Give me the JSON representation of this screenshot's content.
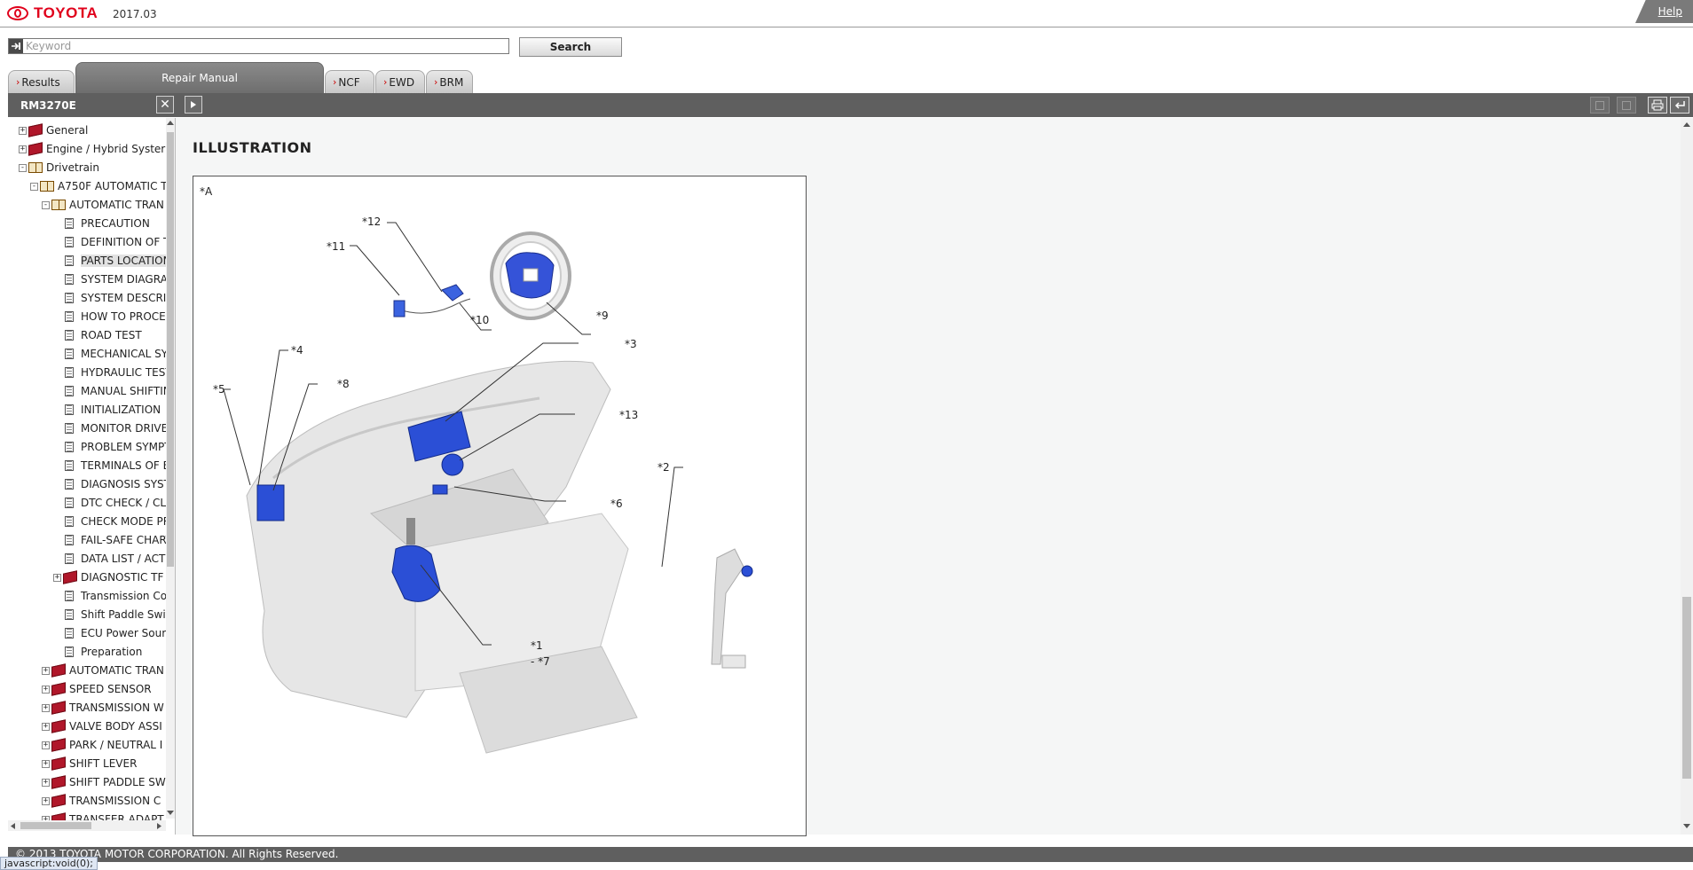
{
  "header": {
    "brand": "TOYOTA",
    "version": "2017.03",
    "help_label": "Help"
  },
  "search": {
    "placeholder": "Keyword",
    "value": "",
    "button_label": "Search"
  },
  "tabs": {
    "results": "Results",
    "repair_manual": "Repair Manual",
    "ncf": "NCF",
    "ewd": "EWD",
    "brm": "BRM"
  },
  "toolbar": {
    "doc_id": "RM3270E"
  },
  "tree": [
    {
      "label": "General",
      "kind": "book-closed",
      "level": 0,
      "toggle": "+"
    },
    {
      "label": "Engine / Hybrid Syster",
      "kind": "book-closed",
      "level": 0,
      "toggle": "+"
    },
    {
      "label": "Drivetrain",
      "kind": "book-open",
      "level": 0,
      "toggle": "-"
    },
    {
      "label": "A750F AUTOMATIC T",
      "kind": "book-open",
      "level": 1,
      "toggle": "-"
    },
    {
      "label": "AUTOMATIC TRAN",
      "kind": "book-open",
      "level": 2,
      "toggle": "-"
    },
    {
      "label": "PRECAUTION",
      "kind": "page",
      "level": 3
    },
    {
      "label": "DEFINITION OF TI",
      "kind": "page",
      "level": 3
    },
    {
      "label": "PARTS LOCATION",
      "kind": "page",
      "level": 3,
      "selected": true
    },
    {
      "label": "SYSTEM DIAGRAM",
      "kind": "page",
      "level": 3
    },
    {
      "label": "SYSTEM DESCRIP",
      "kind": "page",
      "level": 3
    },
    {
      "label": "HOW TO PROCEED",
      "kind": "page",
      "level": 3
    },
    {
      "label": "ROAD TEST",
      "kind": "page",
      "level": 3
    },
    {
      "label": "MECHANICAL SYS",
      "kind": "page",
      "level": 3
    },
    {
      "label": "HYDRAULIC TEST",
      "kind": "page",
      "level": 3
    },
    {
      "label": "MANUAL SHIFTING",
      "kind": "page",
      "level": 3
    },
    {
      "label": "INITIALIZATION",
      "kind": "page",
      "level": 3
    },
    {
      "label": "MONITOR DRIVE I",
      "kind": "page",
      "level": 3
    },
    {
      "label": "PROBLEM SYMPTC",
      "kind": "page",
      "level": 3
    },
    {
      "label": "TERMINALS OF EC",
      "kind": "page",
      "level": 3
    },
    {
      "label": "DIAGNOSIS SYST",
      "kind": "page",
      "level": 3
    },
    {
      "label": "DTC CHECK / CLE",
      "kind": "page",
      "level": 3
    },
    {
      "label": "CHECK MODE PRC",
      "kind": "page",
      "level": 3
    },
    {
      "label": "FAIL-SAFE CHART",
      "kind": "page",
      "level": 3
    },
    {
      "label": "DATA LIST / ACTIV",
      "kind": "page",
      "level": 3
    },
    {
      "label": "DIAGNOSTIC TF",
      "kind": "book-closed",
      "level": 3,
      "toggle": "+"
    },
    {
      "label": "Transmission Cont",
      "kind": "page",
      "level": 3
    },
    {
      "label": "Shift Paddle Switc",
      "kind": "page",
      "level": 3
    },
    {
      "label": "ECU Power Source",
      "kind": "page",
      "level": 3
    },
    {
      "label": "Preparation",
      "kind": "page",
      "level": 3
    },
    {
      "label": "AUTOMATIC TRAN",
      "kind": "book-closed",
      "level": 2,
      "toggle": "+"
    },
    {
      "label": "SPEED SENSOR",
      "kind": "book-closed",
      "level": 2,
      "toggle": "+"
    },
    {
      "label": "TRANSMISSION W",
      "kind": "book-closed",
      "level": 2,
      "toggle": "+"
    },
    {
      "label": "VALVE BODY ASSI",
      "kind": "book-closed",
      "level": 2,
      "toggle": "+"
    },
    {
      "label": "PARK / NEUTRAL I",
      "kind": "book-closed",
      "level": 2,
      "toggle": "+"
    },
    {
      "label": "SHIFT LEVER",
      "kind": "book-closed",
      "level": 2,
      "toggle": "+"
    },
    {
      "label": "SHIFT PADDLE SW",
      "kind": "book-closed",
      "level": 2,
      "toggle": "+"
    },
    {
      "label": "TRANSMISSION C",
      "kind": "book-closed",
      "level": 2,
      "toggle": "+"
    },
    {
      "label": "TRANSFER ADAPT",
      "kind": "book-closed",
      "level": 2,
      "toggle": "+"
    }
  ],
  "content": {
    "title": "ILLUSTRATION",
    "figure_label": "*A",
    "callouts": [
      "*12",
      "*11",
      "*10",
      "*9",
      "*4",
      "*5",
      "*8",
      "*3",
      "*13",
      "*6",
      "*2",
      "*1",
      "- *7"
    ]
  },
  "footer": {
    "copyright": "© 2013 TOYOTA MOTOR CORPORATION. All Rights Reserved.",
    "status": "javascript:void(0);"
  },
  "colors": {
    "brand_red": "#e0001b",
    "toolbar_gray": "#5f5f5f",
    "part_blue": "#2b4fd6"
  }
}
